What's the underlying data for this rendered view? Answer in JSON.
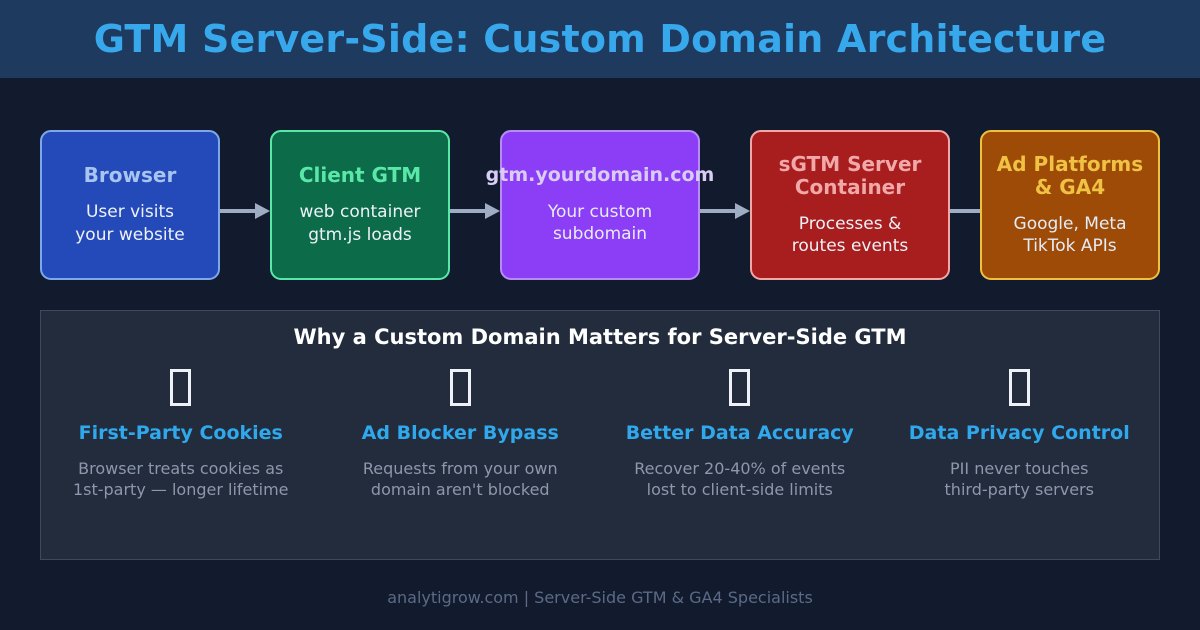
{
  "header": {
    "title": "GTM Server-Side: Custom Domain Architecture",
    "bg_color": "#1e3a5f",
    "title_color": "#38a8ec"
  },
  "page": {
    "background_color": "#121a2e"
  },
  "flow": {
    "connector_icon": "arrow-right-icon",
    "nodes": [
      {
        "title": "Browser",
        "desc": "User visits\nyour website",
        "desc_line1": "User visits",
        "desc_line2": "your website",
        "fill": "#2449b8",
        "border": "#7fa8ea",
        "title_color": "#a8c4f0"
      },
      {
        "title": "Client GTM",
        "desc_line1": "web container",
        "desc_line2": "gtm.js loads",
        "fill": "#0c6b49",
        "border": "#5ae8a8",
        "title_color": "#5ae8a8"
      },
      {
        "title": "gtm.yourdomain.com",
        "desc_line1": "Your custom",
        "desc_line2": "subdomain",
        "fill": "#8b3ef5",
        "border": "#b78cf5",
        "title_color": "#d9cdf6"
      },
      {
        "title": "sGTM Server Container",
        "desc_line1": "Processes &",
        "desc_line2": "routes events",
        "fill": "#a81d1d",
        "border": "#f3a8a8",
        "title_color": "#f0a8a8"
      },
      {
        "title": "Ad Platforms & GA4",
        "desc_line1": "Google, Meta",
        "desc_line2": "TikTok APIs",
        "fill": "#9d4b07",
        "border": "#f0c040",
        "title_color": "#f0c244"
      }
    ]
  },
  "benefits": {
    "title": "Why a Custom Domain Matters for Server-Side GTM",
    "panel_fill": "#222c3d",
    "panel_border": "#3d4a5c",
    "accent_color": "#2fa8ec",
    "items": [
      {
        "icon": "missing-glyph-box-icon",
        "title": "First-Party Cookies",
        "desc_line1": "Browser treats cookies as",
        "desc_line2": "1st-party — longer lifetime"
      },
      {
        "icon": "missing-glyph-box-icon",
        "title": "Ad Blocker Bypass",
        "desc_line1": "Requests from your own",
        "desc_line2": "domain aren't blocked"
      },
      {
        "icon": "missing-glyph-box-icon",
        "title": "Better Data Accuracy",
        "desc_line1": "Recover 20-40% of events",
        "desc_line2": "lost to client-side limits"
      },
      {
        "icon": "missing-glyph-box-icon",
        "title": "Data Privacy Control",
        "desc_line1": "PII never touches",
        "desc_line2": "third-party servers"
      }
    ]
  },
  "footer": {
    "text": "analytigrow.com  |  Server-Side GTM & GA4 Specialists"
  }
}
